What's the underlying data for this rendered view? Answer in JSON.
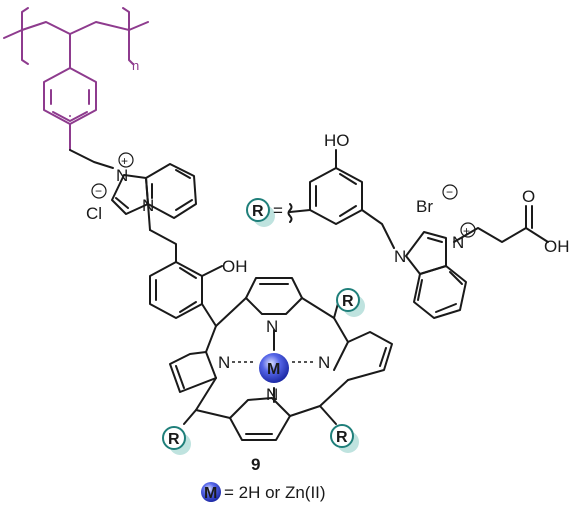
{
  "polymer": {
    "repeat_subscript": "n"
  },
  "atoms": {
    "n_plus_top": "N",
    "n_bottom_top": "N",
    "cl": "Cl",
    "oh_phenol": "OH",
    "n_pyrrole_top": "N",
    "n_pyrrole_left": "N",
    "n_pyrrole_right": "N",
    "n_pyrrole_bottom": "N",
    "metal": "M",
    "r_meso_tr": "R",
    "r_meso_bl": "R",
    "r_meso_br": "R",
    "ho_side": "HO",
    "r_def": "R",
    "br": "Br",
    "n_plus_side": "N",
    "n_side_bottom": "N",
    "o_carbonyl": "O",
    "oh_acid": "OH"
  },
  "charges": {
    "plus": "+",
    "minus": "−"
  },
  "equals_sign": "=",
  "compound_number": "9",
  "caption": {
    "metal_symbol": "M",
    "text": "= 2H or Zn(II)"
  },
  "colors": {
    "polymer": "#8e3b8e",
    "r_group": "#1f7f7a",
    "metal": "#2f3fd6",
    "bonds": "#1a1a1a"
  }
}
